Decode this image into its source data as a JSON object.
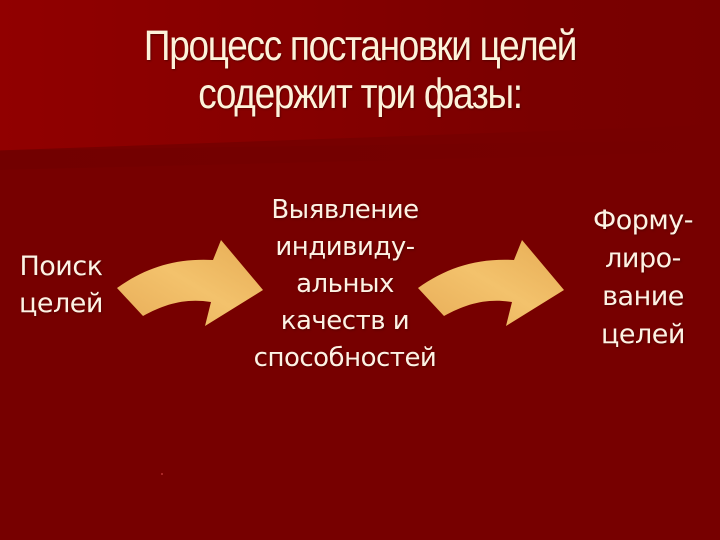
{
  "slide": {
    "title": {
      "line1": "Процесс постановки целей",
      "line2": "содержит три фазы:"
    },
    "phases": [
      {
        "lines": [
          "Поиск",
          "целей"
        ]
      },
      {
        "lines": [
          "Выявление",
          "индивиду-",
          "альных",
          "качеств и",
          "способностей"
        ]
      },
      {
        "lines": [
          "Форму-",
          "лиро-",
          "вание",
          "целей"
        ]
      }
    ],
    "arrows": [
      {
        "icon": "curved-arrow-right-icon",
        "from": "Поиск целей",
        "to": "Выявление индивидуальных качеств и способностей"
      },
      {
        "icon": "curved-arrow-right-icon",
        "from": "Выявление индивидуальных качеств и способностей",
        "to": "Формулирование целей"
      }
    ],
    "colors": {
      "background": "#770000",
      "background_top": "#910000",
      "text": "#fdf2da",
      "arrow_light": "#f4c46a",
      "arrow_dark": "#d99a48"
    }
  }
}
